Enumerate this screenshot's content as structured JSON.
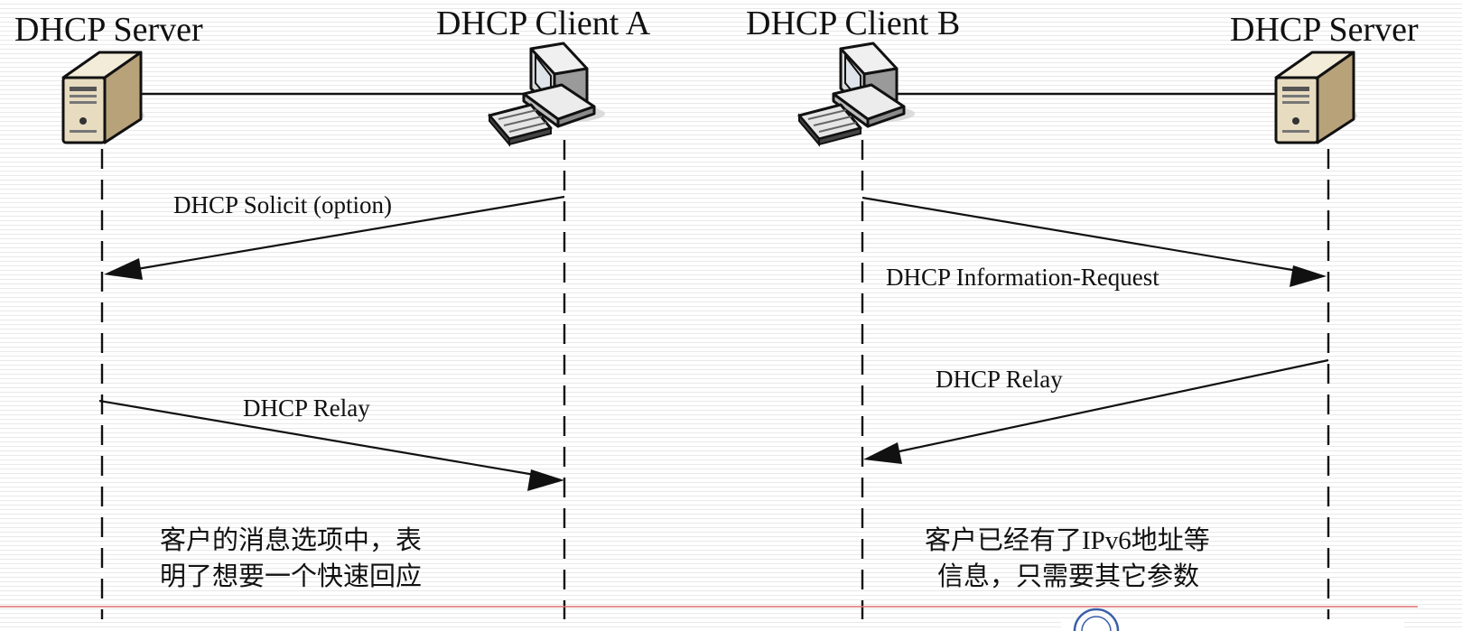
{
  "left": {
    "server_title": "DHCP Server",
    "client_title": "DHCP Client A",
    "message_1": "DHCP Solicit (option)",
    "message_2": "DHCP Relay",
    "note_line_1": "客户的消息选项中，表",
    "note_line_2": "明了想要一个快速回应"
  },
  "right": {
    "client_title": "DHCP Client B",
    "server_title": "DHCP Server",
    "message_1": "DHCP Information-Request",
    "message_2": "DHCP Relay",
    "note_line_1": "客户已经有了IPv6地址等",
    "note_line_2": "信息，只需要其它参数"
  },
  "icons": {
    "server": "server-tower-icon",
    "client": "desktop-computer-icon",
    "footer": "logo-icon"
  },
  "colors": {
    "line": "#111111",
    "footer_rule": "#e07070",
    "server_body": "#e8dcc0",
    "monitor_screen": "#dfe4ea"
  }
}
